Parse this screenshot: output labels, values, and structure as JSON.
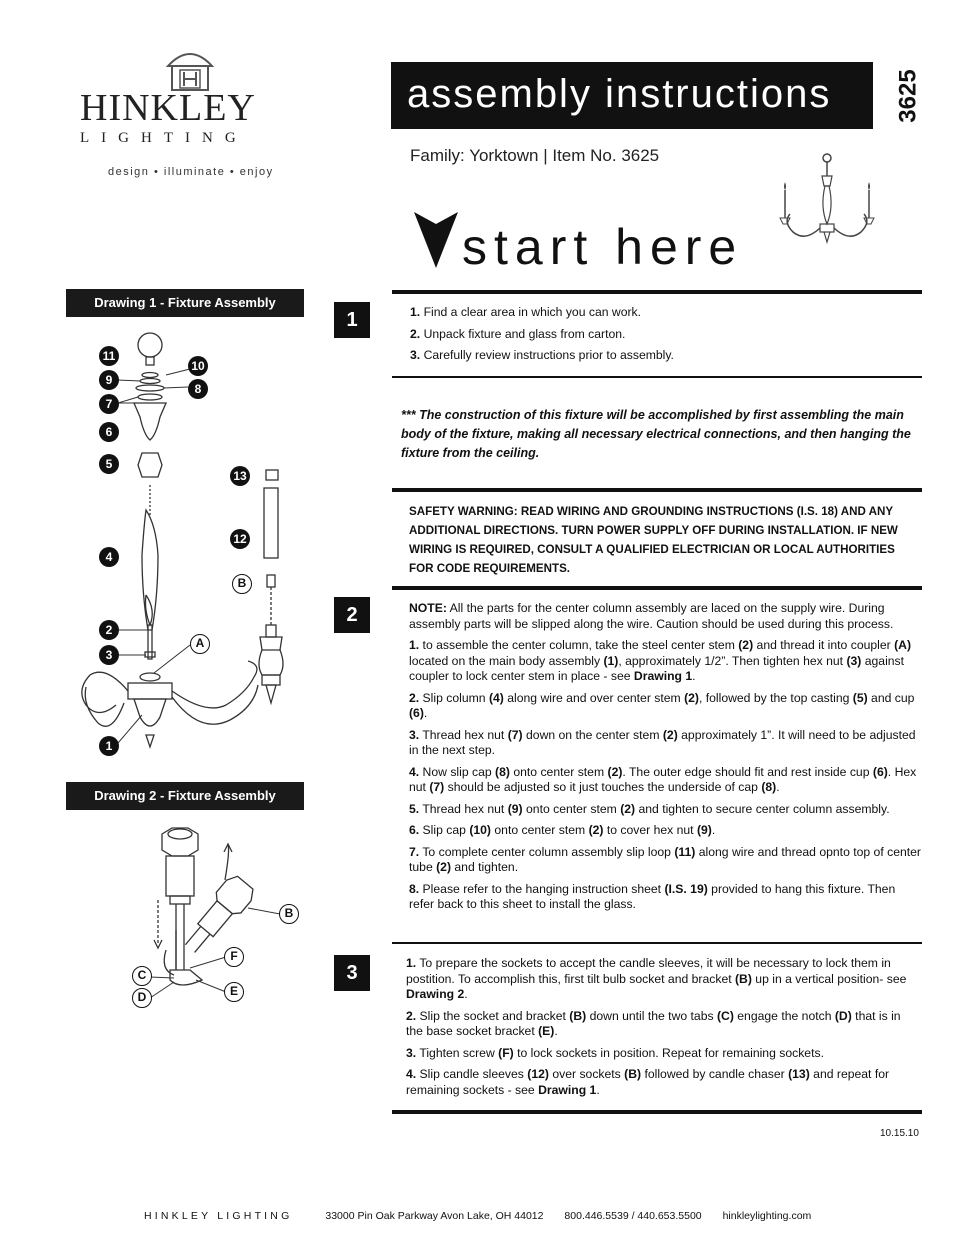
{
  "logo": {
    "brand": "HINKLEY",
    "sub": "LIGHTING",
    "tagline": "design • illuminate • enjoy"
  },
  "header": {
    "title": "assembly instructions",
    "item_number_vertical": "3625",
    "family_line": "Family: Yorktown  |  Item No. 3625",
    "start_here": "start here"
  },
  "drawings": {
    "d1_title": "Drawing 1 - Fixture Assembly",
    "d2_title": "Drawing 2 - Fixture Assembly",
    "d1_callouts_dark": [
      "11",
      "10",
      "9",
      "8",
      "7",
      "6",
      "5",
      "4",
      "2",
      "3",
      "1",
      "13",
      "12"
    ],
    "d1_callouts_light": [
      "A",
      "B"
    ],
    "d2_callouts_light": [
      "B",
      "F",
      "C",
      "D",
      "E"
    ]
  },
  "steps": {
    "step1": {
      "number": "1",
      "items": [
        {
          "num": "1.",
          "text": "Find a clear area in which you can work."
        },
        {
          "num": "2.",
          "text": "Unpack fixture and glass from carton."
        },
        {
          "num": "3.",
          "text": "Carefully review instructions prior to assembly."
        }
      ]
    },
    "note_italic": "*** The construction of this fixture will be accomplished by first assembling the main body of the fixture, making all necessary electrical connections, and then hanging the fixture from the ceiling.",
    "safety_warning": "SAFETY WARNING: READ WIRING AND GROUNDING INSTRUCTIONS (I.S. 18) AND ANY ADDITIONAL DIRECTIONS. TURN POWER SUPPLY OFF DURING INSTALLATION. IF NEW WIRING IS REQUIRED, CONSULT A QUALIFIED ELECTRICIAN OR LOCAL AUTHORITIES FOR CODE REQUIREMENTS.",
    "step2": {
      "number": "2",
      "note_label": "NOTE:",
      "note_text": "All the parts for the center column assembly are laced on the supply wire. During assembly parts will be slipped along the wire. Caution should be used during this process.",
      "items": [
        {
          "num": "1.",
          "html": "to assemble the center column, take the steel center stem <b>(2)</b> and thread it into coupler <b>(A)</b> located on the main body assembly <b>(1)</b>, approximately 1/2”. Then tighten hex nut <b>(3)</b> against coupler to lock center stem in place - see <b>Drawing 1</b>."
        },
        {
          "num": "2.",
          "html": "Slip column <b>(4)</b> along wire and over center stem <b>(2)</b>, followed by the top casting <b>(5)</b> and cup <b>(6)</b>."
        },
        {
          "num": "3.",
          "html": "Thread hex nut <b>(7)</b> down on the center stem <b>(2)</b> approximately 1”. It will need to be adjusted in the next step."
        },
        {
          "num": "4.",
          "html": "Now slip cap <b>(8)</b> onto center stem <b>(2)</b>. The outer edge should fit  and rest inside cup <b>(6)</b>. Hex nut <b>(7)</b> should be adjusted so it just touches the underside of cap <b>(8)</b>."
        },
        {
          "num": "5.",
          "html": "Thread hex nut <b>(9)</b> onto center stem <b>(2)</b> and tighten to secure center column assembly."
        },
        {
          "num": "6.",
          "html": "Slip cap <b>(10)</b> onto center stem <b>(2)</b> to cover hex nut <b>(9)</b>."
        },
        {
          "num": "7.",
          "html": "To complete center column assembly slip loop <b>(11)</b> along wire and thread opnto top of center tube <b>(2)</b> and tighten."
        },
        {
          "num": "8.",
          "html": "Please refer to the hanging instruction sheet <b>(I.S. 19)</b> provided to hang this fixture. Then refer back to this sheet to install the glass."
        }
      ]
    },
    "step3": {
      "number": "3",
      "items": [
        {
          "num": "1.",
          "html": "To prepare the sockets to accept the candle sleeves, it will be necessary to lock them in postition. To accomplish this, first tilt bulb socket and bracket <b>(B)</b> up in a vertical position- see <b>Drawing 2</b>."
        },
        {
          "num": "2.",
          "html": "Slip the socket and bracket <b>(B)</b> down until the two tabs <b>(C)</b> engage the notch <b>(D)</b> that is in the base socket bracket <b>(E)</b>."
        },
        {
          "num": "3.",
          "html": "Tighten screw <b>(F)</b> to lock sockets in position. Repeat for remaining sockets."
        },
        {
          "num": "4.",
          "html": "Slip candle sleeves <b>(12)</b> over sockets <b>(B)</b> followed by candle chaser <b>(13)</b> and repeat for remaining sockets - see <b>Drawing 1</b>."
        }
      ]
    }
  },
  "date_code": "10.15.10",
  "footer": {
    "brand": "HINKLEY LIGHTING",
    "address": "33000 Pin Oak Parkway   Avon Lake, OH  44012",
    "phone": "800.446.5539 / 440.653.5500",
    "web": "hinkleylighting.com"
  }
}
